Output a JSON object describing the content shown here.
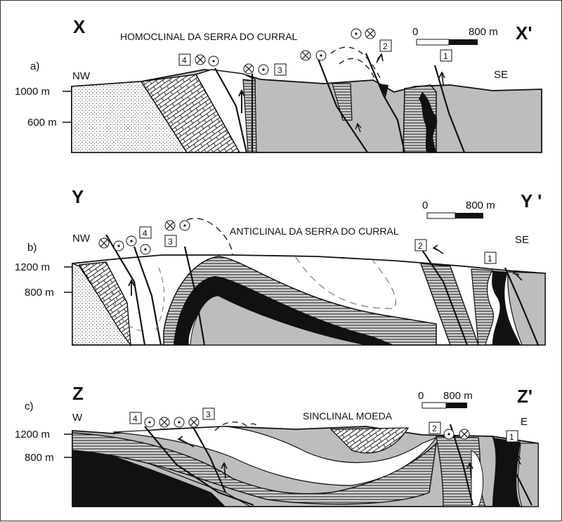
{
  "panels": [
    {
      "label": "a)",
      "start": "X",
      "end": "X'",
      "left_dir": "NW",
      "right_dir": "SE",
      "structure": "HOMOCLINAL DA SERRA DO CURRAL",
      "elevations": [
        "1000 m",
        "600 m"
      ],
      "scale": {
        "zero": "0",
        "length": "800 m"
      },
      "faults": [
        "4",
        "3",
        "2",
        "1"
      ]
    },
    {
      "label": "b)",
      "start": "Y",
      "end": "Y '",
      "left_dir": "NW",
      "right_dir": "SE",
      "structure": "ANTICLINAL DA SERRA DO CURRAL",
      "elevations": [
        "1200 m",
        "800 m"
      ],
      "scale": {
        "zero": "0",
        "length": "800 m"
      },
      "faults": [
        "4",
        "3",
        "2",
        "1"
      ]
    },
    {
      "label": "c)",
      "start": "Z",
      "end": "Z'",
      "left_dir": "W",
      "right_dir": "E",
      "structure": "SINCLINAL MOEDA",
      "elevations": [
        "1200 m",
        "800 m"
      ],
      "scale": {
        "zero": "0",
        "length": "800 m"
      },
      "faults": [
        "4",
        "3",
        "2",
        "1"
      ]
    }
  ]
}
